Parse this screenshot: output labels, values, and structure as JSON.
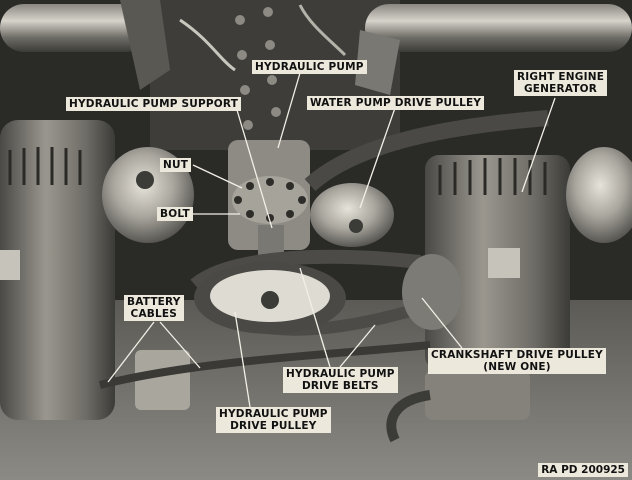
{
  "figure": {
    "reference_code": "RA PD 200925",
    "colors": {
      "background": "#1f1f1c",
      "metal_dark": "#3b3b37",
      "metal_mid": "#6e6c66",
      "metal_light": "#b8b5ad",
      "highlight": "#e2dfd6",
      "label_bg": "#ece8dc",
      "leader": "#f2efe6"
    },
    "labels": [
      {
        "id": "hydraulic-pump",
        "lines": [
          "HYDRAULIC PUMP"
        ]
      },
      {
        "id": "hydraulic-pump-support",
        "lines": [
          "HYDRAULIC PUMP SUPPORT"
        ]
      },
      {
        "id": "water-pump-drive-pulley",
        "lines": [
          "WATER PUMP DRIVE PULLEY"
        ]
      },
      {
        "id": "right-engine-generator",
        "lines": [
          "RIGHT ENGINE",
          "GENERATOR"
        ]
      },
      {
        "id": "nut",
        "lines": [
          "NUT"
        ]
      },
      {
        "id": "bolt",
        "lines": [
          "BOLT"
        ]
      },
      {
        "id": "battery-cables",
        "lines": [
          "BATTERY",
          "CABLES"
        ]
      },
      {
        "id": "hydraulic-pump-drive-belts",
        "lines": [
          "HYDRAULIC PUMP",
          "DRIVE BELTS"
        ]
      },
      {
        "id": "hydraulic-pump-drive-pulley",
        "lines": [
          "HYDRAULIC PUMP",
          "DRIVE PULLEY"
        ]
      },
      {
        "id": "crankshaft-drive-pulley",
        "lines": [
          "CRANKSHAFT DRIVE PULLEY",
          "(NEW ONE)"
        ]
      }
    ]
  }
}
